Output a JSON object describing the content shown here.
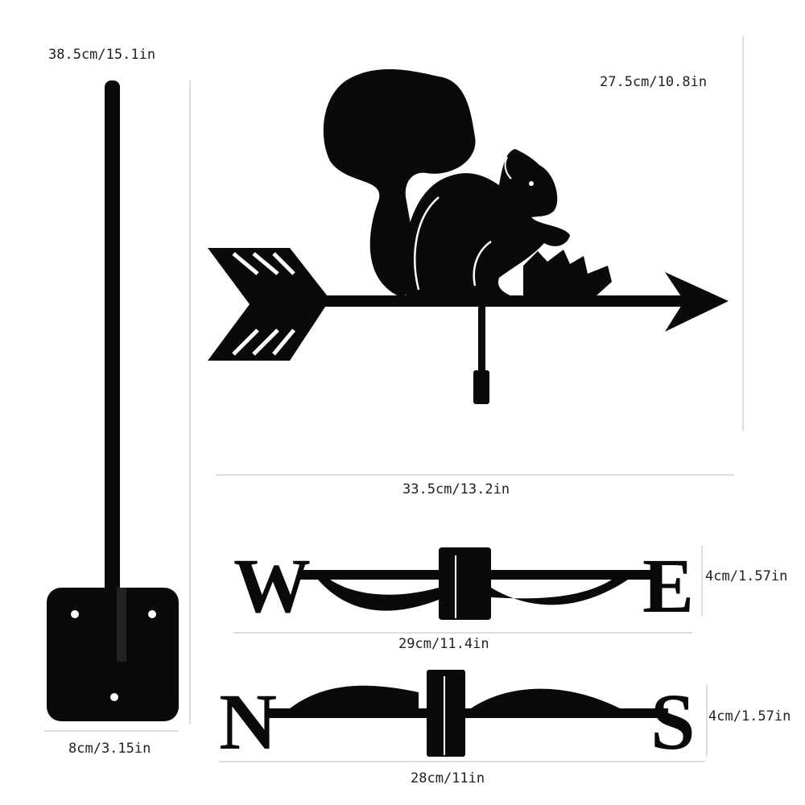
{
  "dimensions": {
    "pole_height": "38.5cm/15.1in",
    "vane_height": "27.5cm/10.8in",
    "vane_width": "33.5cm/13.2in",
    "we_height": "4cm/1.57in",
    "we_width": "29cm/11.4in",
    "ns_height": "4cm/1.57in",
    "ns_width": "28cm/11in",
    "base_width": "8cm/3.15in"
  },
  "compass_letters": {
    "west": "W",
    "east": "E",
    "north": "N",
    "south": "S"
  },
  "colors": {
    "metal": "#0a0a0a",
    "dimension_line": "#bbbbbb",
    "text": "#222222"
  }
}
